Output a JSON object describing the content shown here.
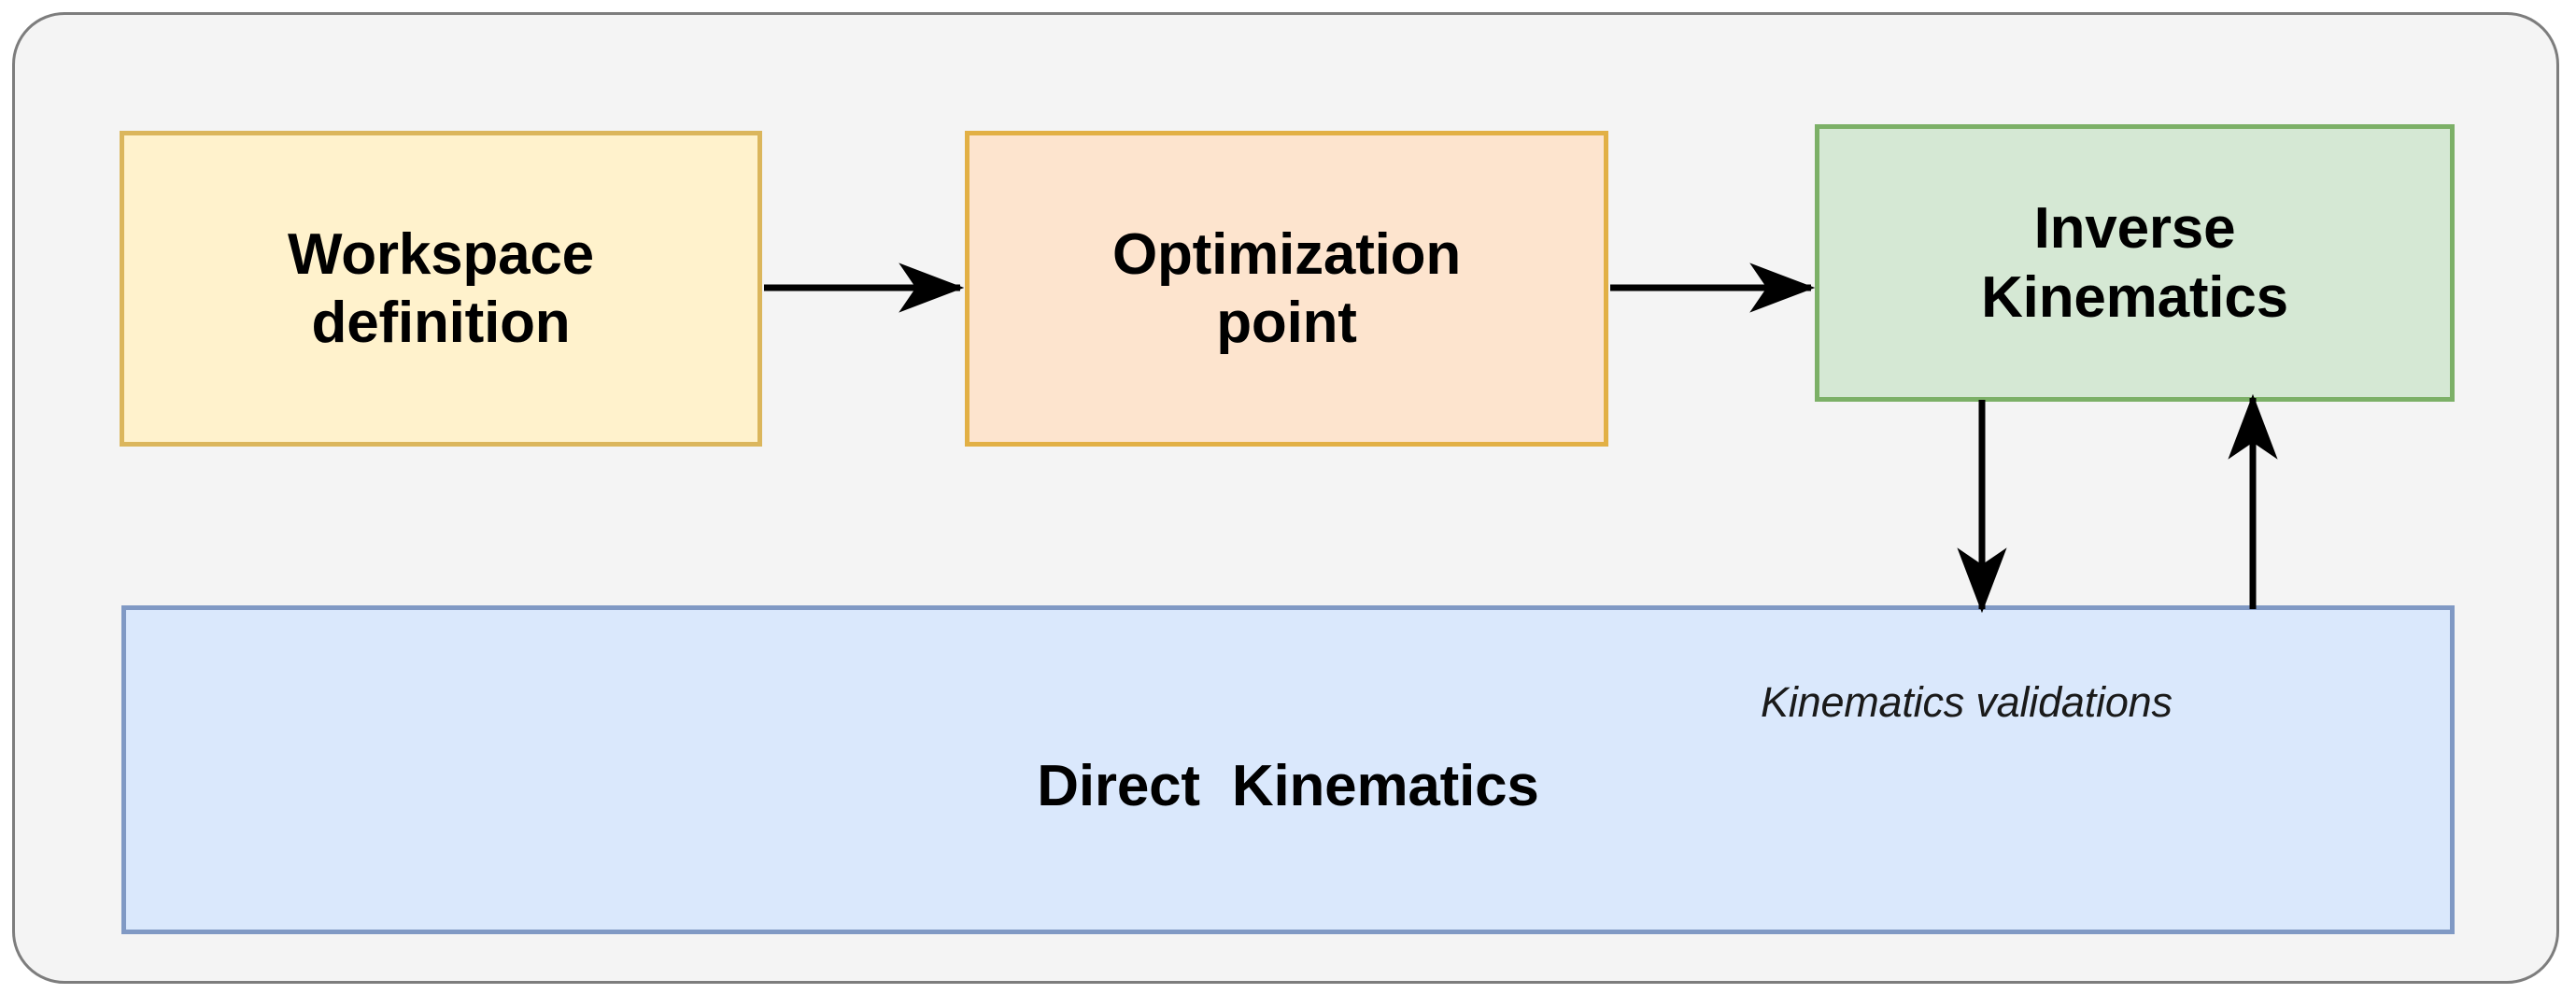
{
  "diagram": {
    "title": "Kinematics workflow block diagram",
    "frame": {
      "name": "outer-container",
      "fill": "#f4f4f4",
      "stroke": "#7d7d7d"
    },
    "nodes": [
      {
        "id": "workspace",
        "label": "Workspace\ndefinition",
        "line1": "Workspace",
        "line2": "definition",
        "fill": "#fff2cc",
        "stroke": "#dbb65c"
      },
      {
        "id": "optimization",
        "label": "Optimization\npoint",
        "line1": "Optimization",
        "line2": "point",
        "fill": "#fde4ce",
        "stroke": "#e2b045"
      },
      {
        "id": "inverse",
        "label": "Inverse\nKinematics",
        "line1": "Inverse",
        "line2": "Kinematics",
        "fill": "#d5e8d4",
        "stroke": "#7cb067"
      },
      {
        "id": "direct",
        "label": "Direct  Kinematics",
        "fill": "#dae8fc",
        "stroke": "#8099c4"
      }
    ],
    "edges": [
      {
        "id": "workspace-to-optimization",
        "from": "workspace",
        "to": "optimization",
        "label": "",
        "direction": "right"
      },
      {
        "id": "optimization-to-inverse",
        "from": "optimization",
        "to": "inverse",
        "label": "",
        "direction": "right"
      },
      {
        "id": "inverse-to-direct",
        "from": "inverse",
        "to": "direct",
        "label": "",
        "direction": "down"
      },
      {
        "id": "direct-to-inverse",
        "from": "direct",
        "to": "inverse",
        "label": "Kinematics validations",
        "direction": "up"
      }
    ],
    "annotations": {
      "validations": "Kinematics validations"
    },
    "colors": {
      "arrow": "#000000",
      "text": "#000000",
      "background": "#f4f4f4"
    }
  }
}
